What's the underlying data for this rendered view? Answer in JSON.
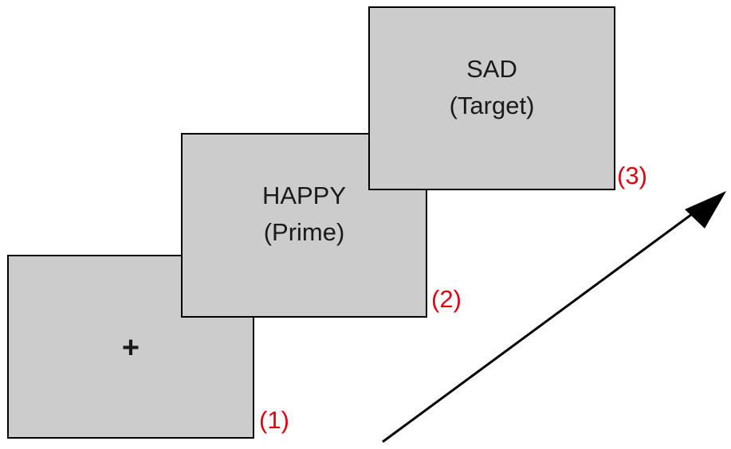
{
  "screens": [
    {
      "id": "1",
      "lines": [
        "+"
      ],
      "step_label": "(1)"
    },
    {
      "id": "2",
      "lines": [
        "HAPPY",
        "(Prime)"
      ],
      "step_label": "(2)"
    },
    {
      "id": "3",
      "lines": [
        "SAD",
        "(Target)"
      ],
      "step_label": "(3)"
    }
  ],
  "colors": {
    "screen_fill": "#cccccc",
    "step_label": "#e3000f",
    "arrow": "#000000"
  },
  "icons": {
    "progression": "arrow-up-right-icon"
  }
}
